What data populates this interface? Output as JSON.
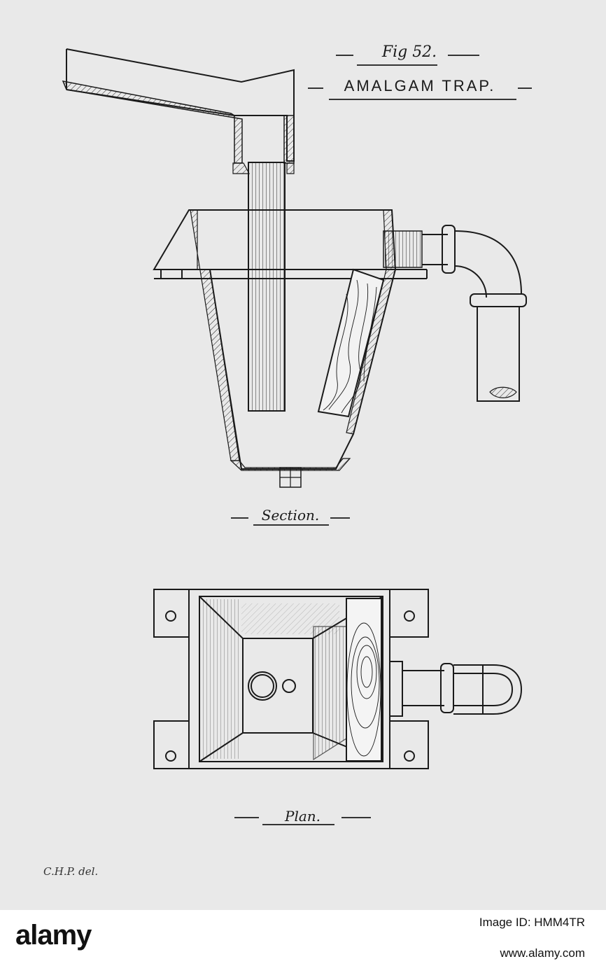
{
  "figure": {
    "number_label": "Fig 52.",
    "title": "AMALGAM TRAP.",
    "section_caption": "Section.",
    "plan_caption": "Plan.",
    "credit": "C.H.P. del."
  },
  "footer": {
    "brand": "alamy",
    "image_id": "Image ID: HMM4TR",
    "site": "www.alamy.com"
  },
  "colors": {
    "paper": "#e9e9e9",
    "ink": "#1a1a1a",
    "footer_bg": "#ffffff"
  }
}
